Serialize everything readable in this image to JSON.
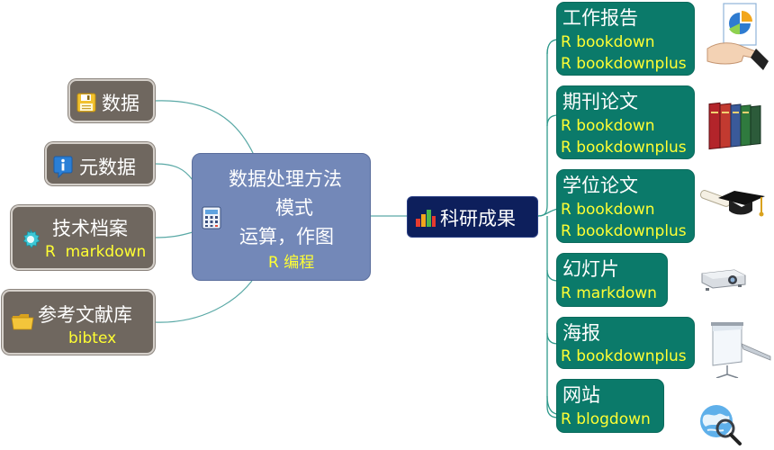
{
  "center": {
    "line1": "数据处理方法",
    "line2": "模式",
    "line3": "运算，作图",
    "line4": "R 编程",
    "icon": "calculator-icon"
  },
  "left_nodes": [
    {
      "label": "数据",
      "icon": "floppy-disk-icon"
    },
    {
      "label": "元数据",
      "icon": "info-icon"
    },
    {
      "label": "技术档案",
      "sub": "R  markdown",
      "icon": "gear-icon"
    },
    {
      "label": "参考文献库",
      "sub": "bibtex",
      "icon": "folder-icon"
    }
  ],
  "hub": {
    "label": "科研成果",
    "icon": "bar-chart-icon"
  },
  "right_nodes": [
    {
      "title": "工作报告",
      "subs": [
        "R  bookdown",
        "R bookdownplus"
      ],
      "picture": "hand-pie-chart-picture"
    },
    {
      "title": "期刊论文",
      "subs": [
        "R  bookdown",
        "R bookdownplus"
      ],
      "picture": "books-picture"
    },
    {
      "title": "学位论文",
      "subs": [
        "R  bookdown",
        "R bookdownplus"
      ],
      "picture": "graduation-cap-picture"
    },
    {
      "title": "幻灯片",
      "subs": [
        "R  markdown"
      ],
      "picture": "projector-picture"
    },
    {
      "title": "海报",
      "subs": [
        "R bookdownplus"
      ],
      "picture": "projection-screen-picture"
    },
    {
      "title": "网站",
      "subs": [
        "R  blogdown"
      ],
      "picture": "globe-magnifier-picture"
    }
  ],
  "colors": {
    "left_fill": "#6f675f",
    "center_fill": "#7388b8",
    "hub_fill": "#0d1f5c",
    "right_fill": "#0b7a6a",
    "accent_text": "#ffff33",
    "link_color": "#4aa3a3"
  }
}
